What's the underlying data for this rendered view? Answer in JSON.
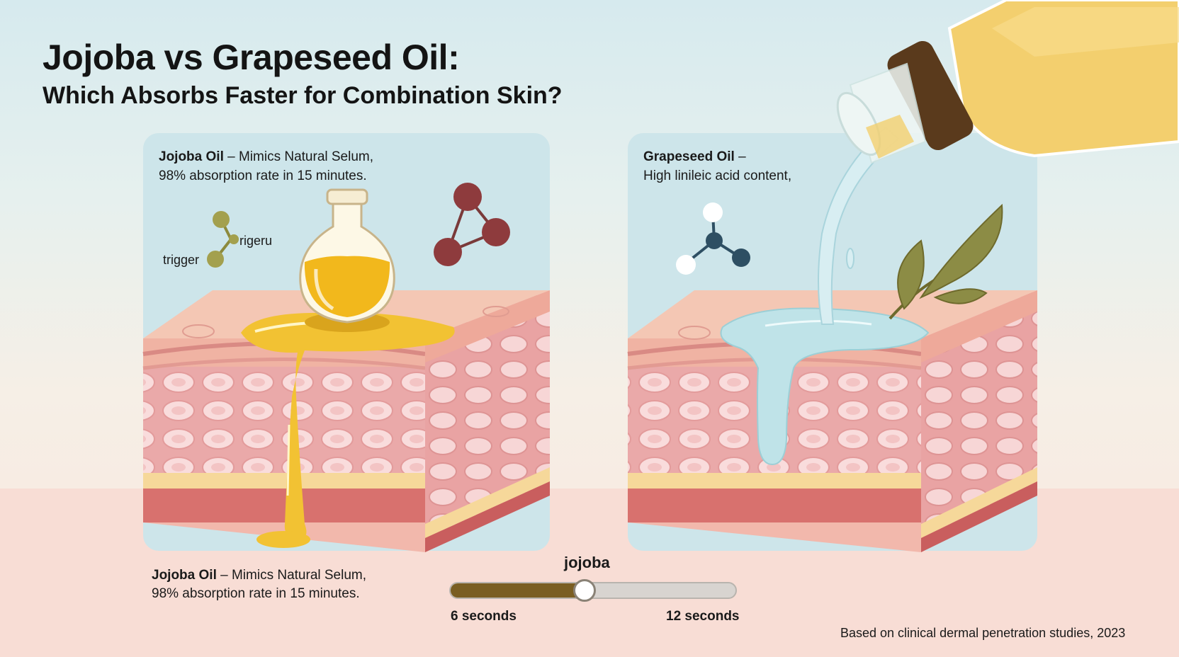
{
  "title": {
    "main": "Jojoba vs Grapeseed Oil:",
    "sub": "Which Absorbs Faster for Combination Skin?"
  },
  "left_panel": {
    "heading": "Jojoba Oil",
    "line1_rest": " – Mimics Natural Selum,",
    "line2": "98% absorption rate in 15 minutes.",
    "molecule_labels": [
      "rigeru",
      "trigger"
    ],
    "oil_color": "#f2c233"
  },
  "right_panel": {
    "heading": "Grapeseed Oil",
    "line1_rest": " –",
    "line2": "High linileic acid content,",
    "oil_color": "#bfe3e8"
  },
  "bottom_caption": {
    "heading": "Jojoba Oil",
    "line1_rest": " – Mimics Natural Selum,",
    "line2": "98% absorption rate in 15 minutes."
  },
  "slider": {
    "label": "jojoba",
    "min_label": "6 seconds",
    "max_label": "12 seconds",
    "value_fraction": 0.47,
    "fill_color": "#7a5e22"
  },
  "source": "Based on clinical dermal penetration studies, 2023",
  "icons": [
    "molecule-icon",
    "oil-flask-icon",
    "oil-bottle-icon",
    "leaf-icon"
  ]
}
